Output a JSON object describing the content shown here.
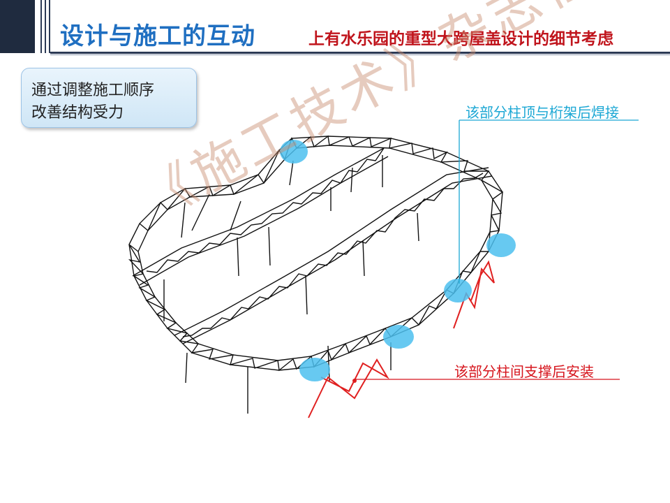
{
  "header": {
    "title": "设计与施工的互动",
    "subtitle": "上有水乐园的重型大跨屋盖设计的细节考虑"
  },
  "note": {
    "line1": "通过调整施工顺序",
    "line2": "改善结构受力"
  },
  "callouts": {
    "top": "该部分柱顶与桁架后焊接",
    "bottom": "该部分柱间支撑后安装"
  },
  "watermark": "《施工技术》杂志社",
  "colors": {
    "title": "#1f6fc1",
    "subtitle": "#c0141c",
    "highlight": "#4cc0ee",
    "brace": "#e02020"
  }
}
